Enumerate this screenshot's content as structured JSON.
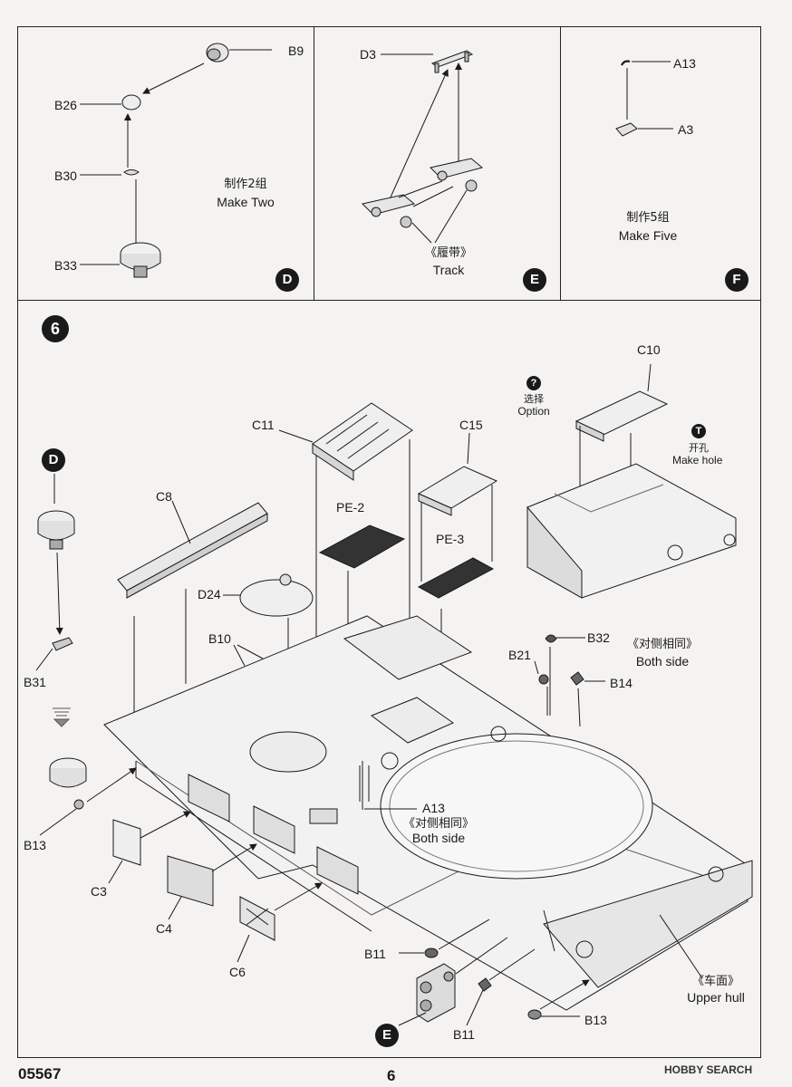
{
  "panel_d": {
    "badge": "D",
    "parts": [
      "B9",
      "B26",
      "B30",
      "B33"
    ],
    "note_cn": "制作2组",
    "note_en": "Make Two"
  },
  "panel_e": {
    "badge": "E",
    "parts": [
      "D3"
    ],
    "note_cn": "《履带》",
    "note_en": "Track"
  },
  "panel_f": {
    "badge": "F",
    "parts": [
      "A13",
      "A3"
    ],
    "note_cn": "制作5组",
    "note_en": "Make Five"
  },
  "step6": {
    "step_number": "6",
    "option_badge": "?",
    "option_cn": "选择",
    "option_en": "Option",
    "hole_badge": "T",
    "hole_cn": "开孔",
    "hole_en": "Make hole",
    "sub_d_badge": "D",
    "sub_e_badge": "E",
    "labels": {
      "c10": "C10",
      "c11": "C11",
      "c15": "C15",
      "c8": "C8",
      "pe2": "PE-2",
      "pe3": "PE-3",
      "d24": "D24",
      "b10": "B10",
      "b31": "B31",
      "b13a": "B13",
      "b13b": "B13",
      "b32": "B32",
      "b21": "B21",
      "b14": "B14",
      "a13": "A13",
      "c3": "C3",
      "c4": "C4",
      "c6": "C6",
      "b11a": "B11",
      "b11b": "B11"
    },
    "both_side_cn": "《对侧相同》",
    "both_side_en": "Both side",
    "a13_both_cn": "《对侧相同》",
    "a13_both_en": "Both side",
    "upper_hull_cn": "《车面》",
    "upper_hull_en": "Upper hull"
  },
  "footer": {
    "kit_number": "05567",
    "page_number": "6",
    "watermark": "HOBBY SEARCH"
  }
}
